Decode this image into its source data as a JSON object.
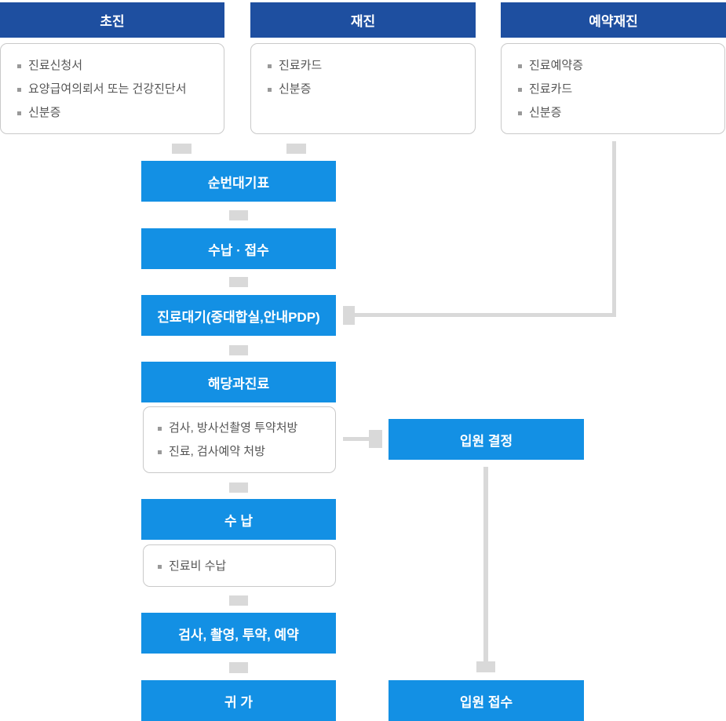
{
  "colors": {
    "header_navy": "#1e4fa0",
    "flow_blue": "#1390e4",
    "connector_gray": "#d9d9d9",
    "card_border": "#c9c9c9",
    "bullet_text": "#555555",
    "bullet_marker": "#999999"
  },
  "columns": [
    {
      "title": "초진",
      "items": [
        "진료신청서",
        "요양급여의뢰서 또는 건강진단서",
        "신분증"
      ]
    },
    {
      "title": "재진",
      "items": [
        "진료카드",
        "신분증"
      ]
    },
    {
      "title": "예약재진",
      "items": [
        "진료예약증",
        "진료카드",
        "신분증"
      ]
    }
  ],
  "flow": {
    "queue_ticket": "순번대기표",
    "payment_reception": "수납 · 접수",
    "waiting": "진료대기(중대합실,안내PDP)",
    "department_treatment": "해당과진료",
    "treatment_note_items": [
      "검사, 방사선촬영 투약처방",
      "진료, 검사예약 처방"
    ],
    "payment": "수 납",
    "payment_note_items": [
      "진료비 수납"
    ],
    "tests": "검사, 촬영, 투약, 예약",
    "go_home": "귀 가"
  },
  "admission": {
    "decision": "입원 결정",
    "reception": "입원 접수"
  }
}
